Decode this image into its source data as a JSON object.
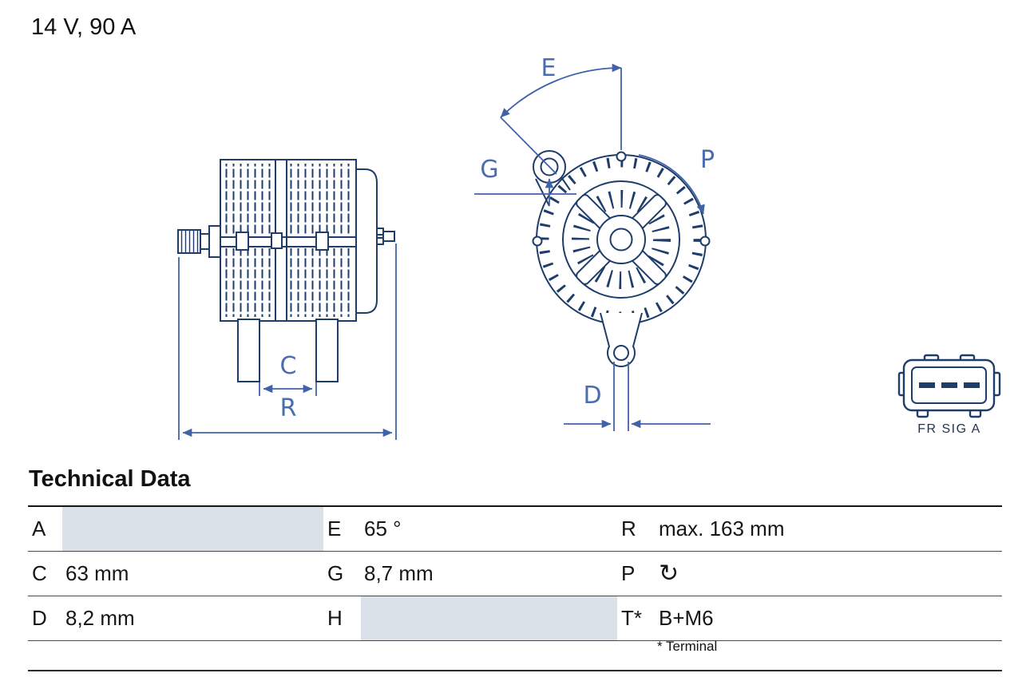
{
  "header": {
    "rating": "14 V, 90 A"
  },
  "diagram": {
    "dim_labels": {
      "C": "C",
      "R": "R",
      "E": "E",
      "G": "G",
      "P": "P",
      "D": "D"
    },
    "connector_label": "FR SIG A",
    "rotation_icon_name": "rotation-cw-icon"
  },
  "table": {
    "title": "Technical Data",
    "rows": [
      [
        {
          "key": "A",
          "value": ""
        },
        {
          "key": "E",
          "value": "65 °"
        },
        {
          "key": "R",
          "value": "max. 163 mm"
        }
      ],
      [
        {
          "key": "C",
          "value": "63 mm"
        },
        {
          "key": "G",
          "value": "8,7 mm"
        },
        {
          "key": "P",
          "value": "↻"
        }
      ],
      [
        {
          "key": "D",
          "value": "8,2 mm"
        },
        {
          "key": "H",
          "value": ""
        },
        {
          "key": "T*",
          "value": "B+M6"
        }
      ]
    ],
    "footnote": "* Terminal"
  }
}
